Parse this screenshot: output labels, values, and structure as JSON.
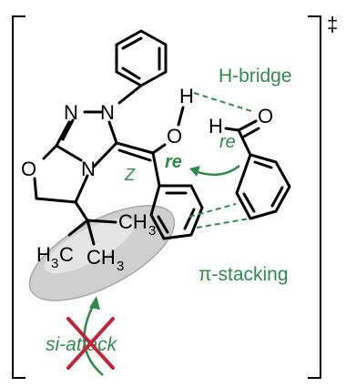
{
  "colors": {
    "annotation": "#2e8b4a",
    "cross": "#c0263a",
    "ellipse": "#cfcfcf",
    "bond": "#000000"
  },
  "bracket": {
    "dagger": "‡"
  },
  "atoms": {
    "n1": "N",
    "n2": "N",
    "n3": "N",
    "o_ring": "O",
    "o_enol": "O",
    "h_enol": "H",
    "o_ald": "O",
    "h_ald": "H",
    "ch3_top": "CH",
    "ch3_top_sub": "3",
    "ch3_left_h": "H",
    "ch3_left_sub": "3",
    "ch3_left_c": "C",
    "ch3_bottom": "CH",
    "ch3_bottom_sub": "3"
  },
  "labels": {
    "h_bridge": "H-bridge",
    "re_enol": "re",
    "re_ald": "re",
    "z_label": "Z",
    "pi_stacking": "π-stacking",
    "si_attack": "si-attack"
  }
}
